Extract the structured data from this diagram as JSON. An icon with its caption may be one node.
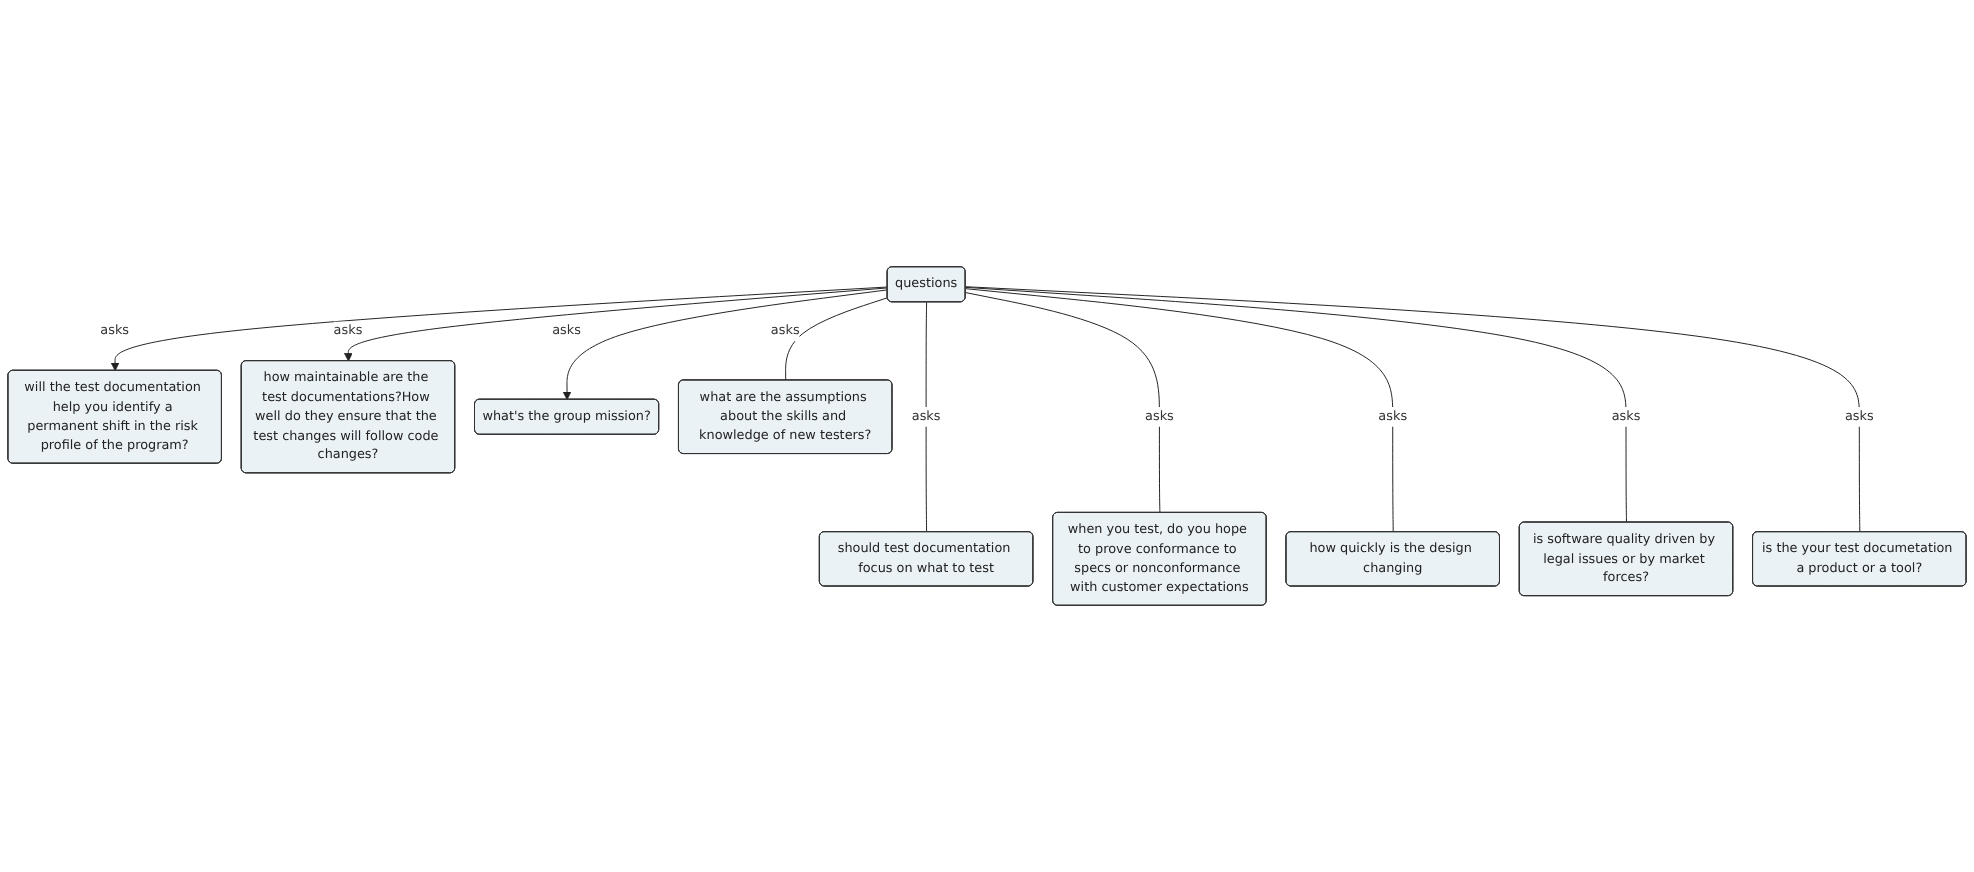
{
  "diagram": {
    "nodes": [
      {
        "text": [
          "questions"
        ]
      },
      {
        "text": [
          "will the test documentation help you identify a permanent shift in the risk profile of the program?"
        ]
      },
      {
        "text": [
          "how maintainable are the test documentations?How well do they ensure that the test changes will follow code changes?"
        ]
      },
      {
        "text": [
          "what's the group mission?"
        ]
      },
      {
        "text": [
          "what are the assumptions about the skills and knowledge of new testers?"
        ]
      },
      {
        "text": [
          "should test documentation focus on what to test"
        ]
      },
      {
        "text": [
          "when you test, do you hope to prove conformance to specs or nonconformance with customer expectations"
        ]
      },
      {
        "text": [
          "how quickly is the design changing"
        ]
      },
      {
        "text": [
          "is software quality driven by legal issues or by market forces?"
        ]
      },
      {
        "text": [
          "is the your test documetation a product or a tool?"
        ]
      }
    ],
    "edges": [
      {
        "from": 0,
        "to": 1,
        "arrow": "to",
        "label": "asks"
      },
      {
        "from": 0,
        "to": 2,
        "arrow": "to",
        "label": "asks"
      },
      {
        "from": 0,
        "to": 3,
        "arrow": "to",
        "label": "asks"
      },
      {
        "from": 0,
        "to": 4,
        "arrow": "none",
        "label": "asks"
      },
      {
        "from": 0,
        "to": 5,
        "arrow": "none",
        "label": "asks"
      },
      {
        "from": 0,
        "to": 6,
        "arrow": "none",
        "label": "asks"
      },
      {
        "from": 0,
        "to": 7,
        "arrow": "none",
        "label": "asks"
      },
      {
        "from": 0,
        "to": 8,
        "arrow": "none",
        "label": "asks"
      },
      {
        "from": 0,
        "to": 9,
        "arrow": "none",
        "label": "asks"
      }
    ]
  }
}
